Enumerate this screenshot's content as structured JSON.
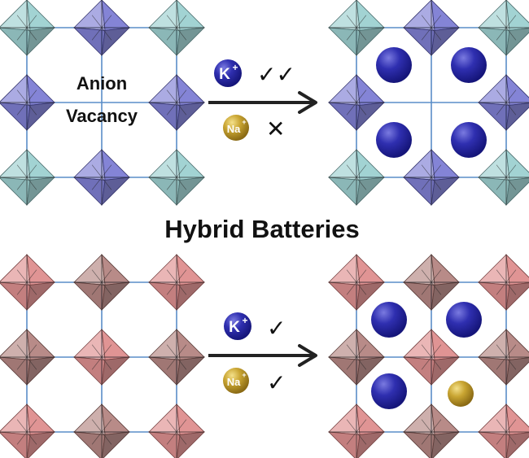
{
  "title": "Hybrid Batteries",
  "vacancy_label": [
    "Anion",
    "Vacancy"
  ],
  "top_panel": {
    "ions": [
      {
        "symbol": "K",
        "charge": "+",
        "mark": "✓✓"
      },
      {
        "symbol": "Na",
        "charge": "+",
        "mark": "✕"
      }
    ]
  },
  "bottom_panel": {
    "ions": [
      {
        "symbol": "K",
        "charge": "+",
        "mark": "✓"
      },
      {
        "symbol": "Na",
        "charge": "+",
        "mark": "✓"
      }
    ]
  },
  "colors": {
    "octahedron_teal": "#8cc8c8",
    "octahedron_blue": "#6666cc",
    "octahedron_red": "#d97a7a",
    "octahedron_brown": "#a8706c",
    "k_ion": "#2a2aa0",
    "na_ion": "#b8962a",
    "lattice_line": "#5a8ec8",
    "arrow": "#222222"
  }
}
